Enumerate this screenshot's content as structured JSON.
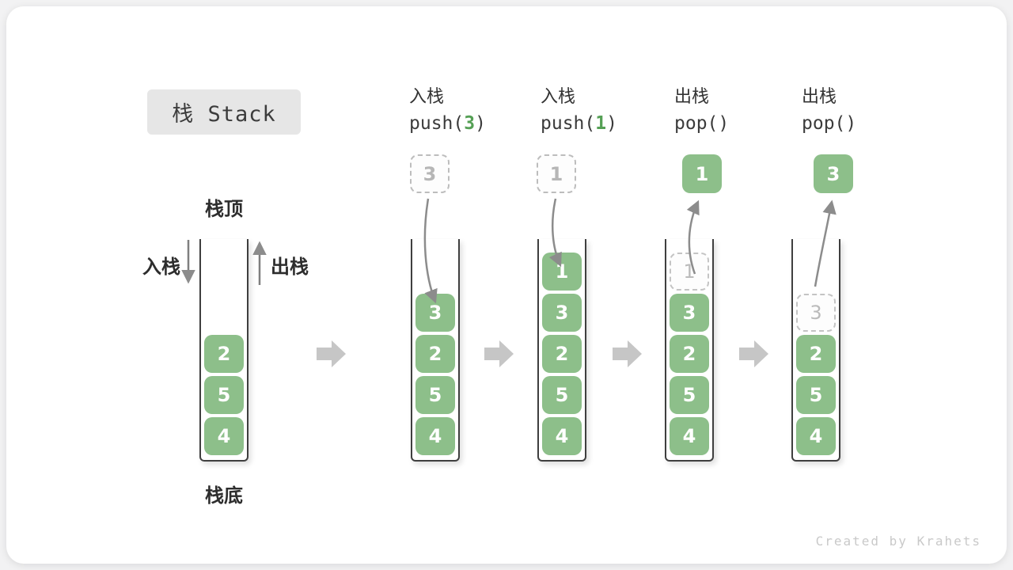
{
  "title": {
    "text": "栈 Stack"
  },
  "labels": {
    "stack_top": "栈顶",
    "stack_bottom": "栈底",
    "push_side": "入栈",
    "pop_side": "出栈"
  },
  "steps": [
    {
      "label": "入栈",
      "code_pre": "push(",
      "code_arg": "3",
      "code_post": ")",
      "float_box": {
        "value": "3",
        "style": "dashed"
      }
    },
    {
      "label": "入栈",
      "code_pre": "push(",
      "code_arg": "1",
      "code_post": ")",
      "float_box": {
        "value": "1",
        "style": "dashed"
      }
    },
    {
      "label": "出栈",
      "code_pre": "pop()",
      "code_arg": "",
      "code_post": "",
      "float_box": {
        "value": "1",
        "style": "solid"
      }
    },
    {
      "label": "出栈",
      "code_pre": "pop()",
      "code_arg": "",
      "code_post": "",
      "float_box": {
        "value": "3",
        "style": "solid"
      }
    }
  ],
  "stacks": [
    {
      "items": [
        {
          "value": "2",
          "style": "solid"
        },
        {
          "value": "5",
          "style": "solid"
        },
        {
          "value": "4",
          "style": "solid"
        }
      ]
    },
    {
      "items": [
        {
          "value": "3",
          "style": "solid"
        },
        {
          "value": "2",
          "style": "solid"
        },
        {
          "value": "5",
          "style": "solid"
        },
        {
          "value": "4",
          "style": "solid"
        }
      ]
    },
    {
      "items": [
        {
          "value": "1",
          "style": "solid"
        },
        {
          "value": "3",
          "style": "solid"
        },
        {
          "value": "2",
          "style": "solid"
        },
        {
          "value": "5",
          "style": "solid"
        },
        {
          "value": "4",
          "style": "solid"
        }
      ]
    },
    {
      "items": [
        {
          "value": "1",
          "style": "dashed"
        },
        {
          "value": "3",
          "style": "solid"
        },
        {
          "value": "2",
          "style": "solid"
        },
        {
          "value": "5",
          "style": "solid"
        },
        {
          "value": "4",
          "style": "solid"
        }
      ]
    },
    {
      "items": [
        {
          "value": "3",
          "style": "dashed"
        },
        {
          "value": "2",
          "style": "solid"
        },
        {
          "value": "5",
          "style": "solid"
        },
        {
          "value": "4",
          "style": "solid"
        }
      ]
    }
  ],
  "watermark": "Created by Krahets",
  "colors": {
    "item_green": "#8DBF8A",
    "code_green": "#55a055",
    "wall": "#3f3f3f",
    "arrow": "#8c8c8c",
    "chevron": "#c6c6c6",
    "badge_bg": "#e6e6e6"
  }
}
